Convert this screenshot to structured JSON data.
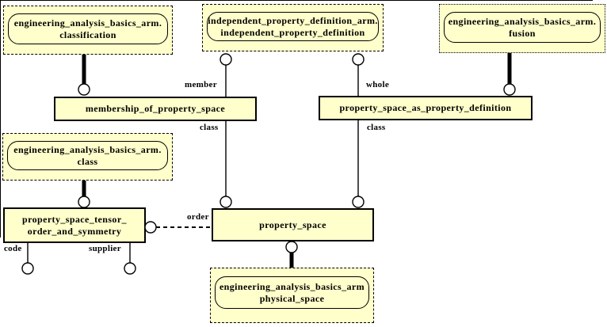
{
  "colors": {
    "node_fill": "#FFFFCC",
    "line": "#000000",
    "background": "#FFFFFF"
  },
  "nodes": {
    "classification": {
      "line1": "engineering_analysis_basics_arm.",
      "line2": "classification"
    },
    "independent_property_definition": {
      "line1": "independent_property_definition_arm.",
      "line2": "independent_property_definition"
    },
    "fusion": {
      "line1": "engineering_analysis_basics_arm.",
      "line2": "fusion"
    },
    "class": {
      "line1": "engineering_analysis_basics_arm.",
      "line2": "class"
    },
    "physical_space": {
      "line1": "engineering_analysis_basics_arm",
      "line2": "physical_space"
    },
    "membership_of_property_space": {
      "label": "membership_of_property_space"
    },
    "property_space_as_property_definition": {
      "label": "property_space_as_property_definition"
    },
    "property_space_tensor_order_and_symmetry": {
      "line1": "property_space_tensor_",
      "line2": "order_and_symmetry"
    },
    "property_space": {
      "label": "property_space"
    }
  },
  "edge_labels": {
    "member": "member",
    "whole": "whole",
    "class_left": "class",
    "class_right": "class",
    "order": "order",
    "code": "code",
    "supplier": "supplier"
  }
}
